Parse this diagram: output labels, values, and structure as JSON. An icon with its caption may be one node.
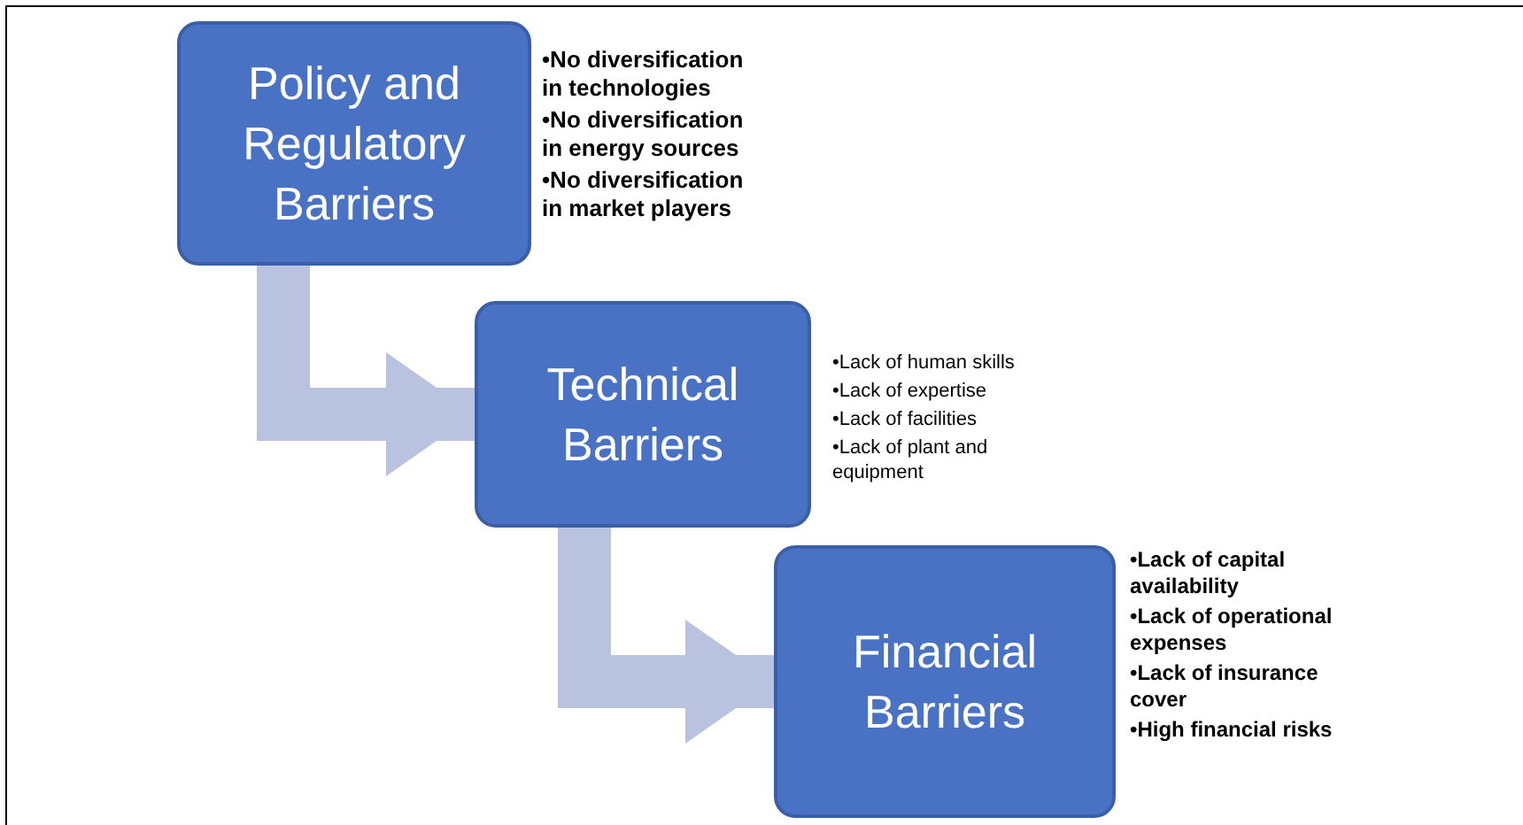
{
  "diagram": {
    "nodes": [
      {
        "text": [
          "Policy and Regulatory Barriers"
        ],
        "beside": [
          "•No diversification in technologies",
          "•No diversification in energy sources",
          "•No diversification in market players"
        ]
      },
      {
        "text": [
          "Technical Barriers"
        ],
        "beside": [
          "•Lack of human skills",
          "•Lack of expertise",
          "•Lack of facilities",
          "•Lack of plant and equipment"
        ]
      },
      {
        "text": [
          "Financial Barriers"
        ],
        "beside": [
          "•Lack of capital availability",
          "•Lack of operational expenses",
          "•Lack of insurance cover",
          "•High financial risks"
        ]
      }
    ],
    "edges": [
      {
        "from": 0,
        "to": 1,
        "arrow": "to"
      },
      {
        "from": 1,
        "to": 2,
        "arrow": "to"
      }
    ]
  }
}
